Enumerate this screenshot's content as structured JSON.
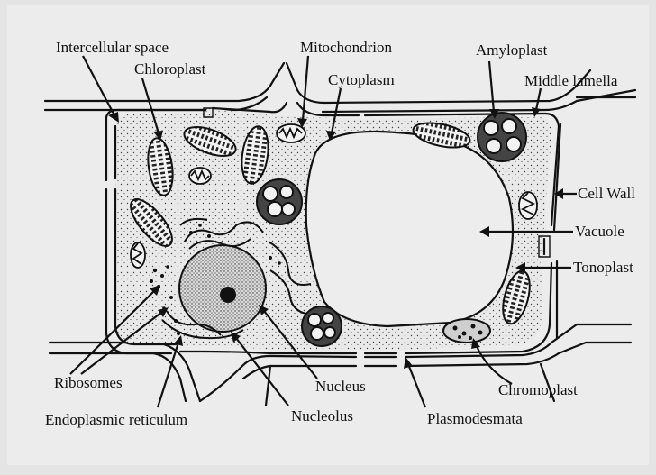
{
  "labels": {
    "intercellular_space": "Intercellular space",
    "chloroplast": "Chloroplast",
    "mitochondrion": "Mitochondrion",
    "cytoplasm": "Cytoplasm",
    "amyloplast": "Amyloplast",
    "middle_lamella": "Middle lamella",
    "cell_wall": "Cell Wall",
    "vacuole": "Vacuole",
    "tonoplast": "Tonoplast",
    "ribosomes": "Ribosomes",
    "endoplasmic_reticulum": "Endoplasmic reticulum",
    "nucleolus": "Nucleolus",
    "nucleus": "Nucleus",
    "plasmodesmata": "Plasmodesmata",
    "chromoplast": "Chromoplast"
  }
}
